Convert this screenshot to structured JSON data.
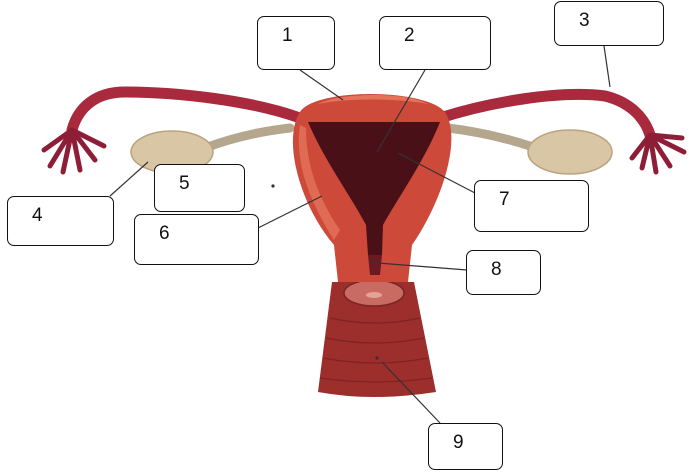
{
  "labels": [
    {
      "id": "l1",
      "text": "1"
    },
    {
      "id": "l2",
      "text": "2"
    },
    {
      "id": "l3",
      "text": "3"
    },
    {
      "id": "l4",
      "text": "4"
    },
    {
      "id": "l5",
      "text": "5"
    },
    {
      "id": "l6",
      "text": "6"
    },
    {
      "id": "l7",
      "text": "7"
    },
    {
      "id": "l8",
      "text": "8"
    },
    {
      "id": "l9",
      "text": "9"
    }
  ],
  "colors": {
    "uterus_muscle": "#cd4a3a",
    "uterus_highlight": "#e5735b",
    "cavity": "#4a1018",
    "tube": "#a82a3c",
    "fimbriae": "#8e1e38",
    "ovary": "#d9c6a5",
    "ligament": "#b5a78d",
    "vagina": "#9c2e2c",
    "leader_line": "#333333",
    "box_border": "#111111"
  }
}
